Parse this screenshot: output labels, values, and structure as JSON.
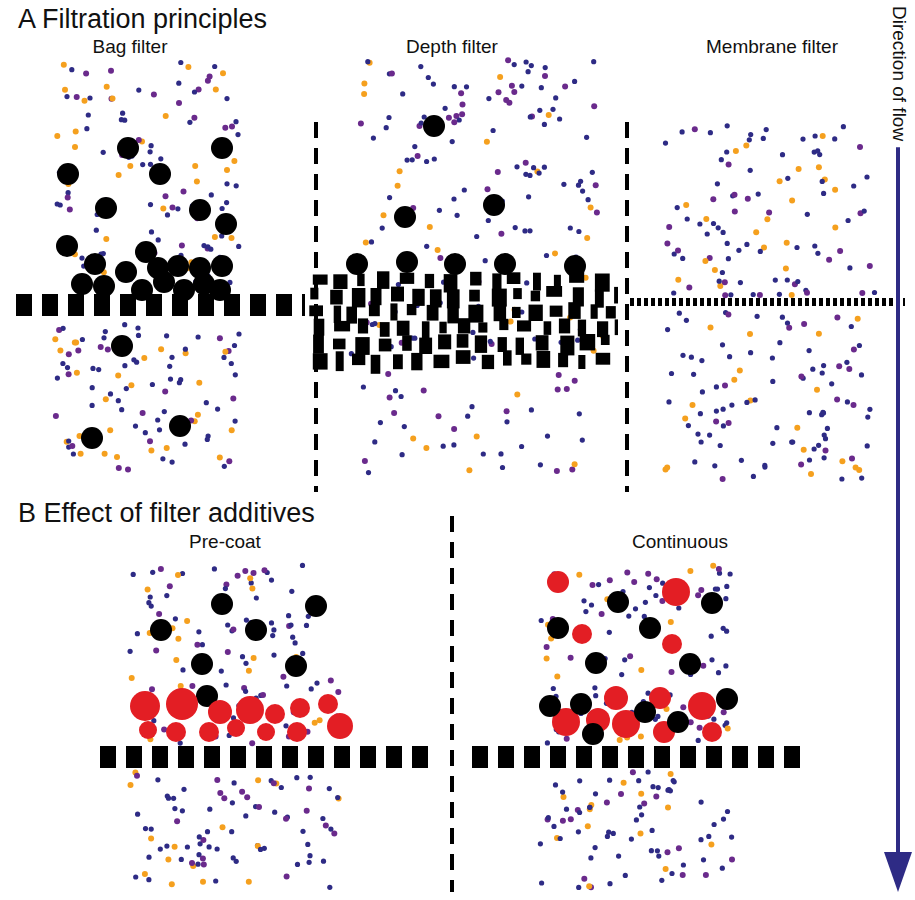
{
  "diagram": {
    "labels": [
      "A Filtration principles",
      "Bag filter",
      "Depth filter",
      "Membrane filter",
      "Direction of flow",
      "B Effect of filter additives",
      "Pre-coat",
      "Continuous"
    ]
  }
}
